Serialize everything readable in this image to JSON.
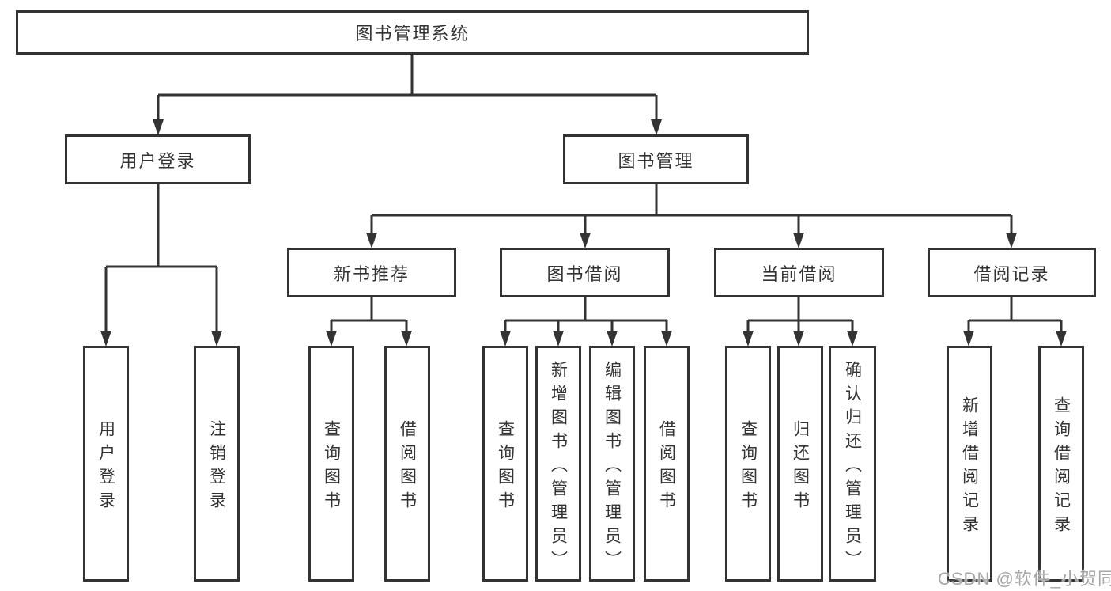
{
  "colors": {
    "line": "#333333",
    "text": "#333333",
    "background": "#ffffff",
    "watermark": "#a6a6a6"
  },
  "watermark": {
    "text": "CSDN @软件_小贺同学"
  },
  "tree": {
    "root": {
      "label": "图书管理系统"
    },
    "level2": [
      {
        "label": "用户登录",
        "leaves": [
          {
            "label": "用户登录"
          },
          {
            "label": "注销登录"
          }
        ]
      },
      {
        "label": "图书管理",
        "children": [
          {
            "label": "新书推荐",
            "leaves": [
              {
                "label": "查询图书"
              },
              {
                "label": "借阅图书"
              }
            ]
          },
          {
            "label": "图书借阅",
            "leaves": [
              {
                "label": "查询图书"
              },
              {
                "label": "新增图书（管理员）"
              },
              {
                "label": "编辑图书（管理员）"
              },
              {
                "label": "借阅图书"
              }
            ]
          },
          {
            "label": "当前借阅",
            "leaves": [
              {
                "label": "查询图书"
              },
              {
                "label": "归还图书"
              },
              {
                "label": "确认归还（管理员）"
              }
            ]
          },
          {
            "label": "借阅记录",
            "leaves": [
              {
                "label": "新增借阅记录"
              },
              {
                "label": "查询借阅记录"
              }
            ]
          }
        ]
      }
    ]
  }
}
